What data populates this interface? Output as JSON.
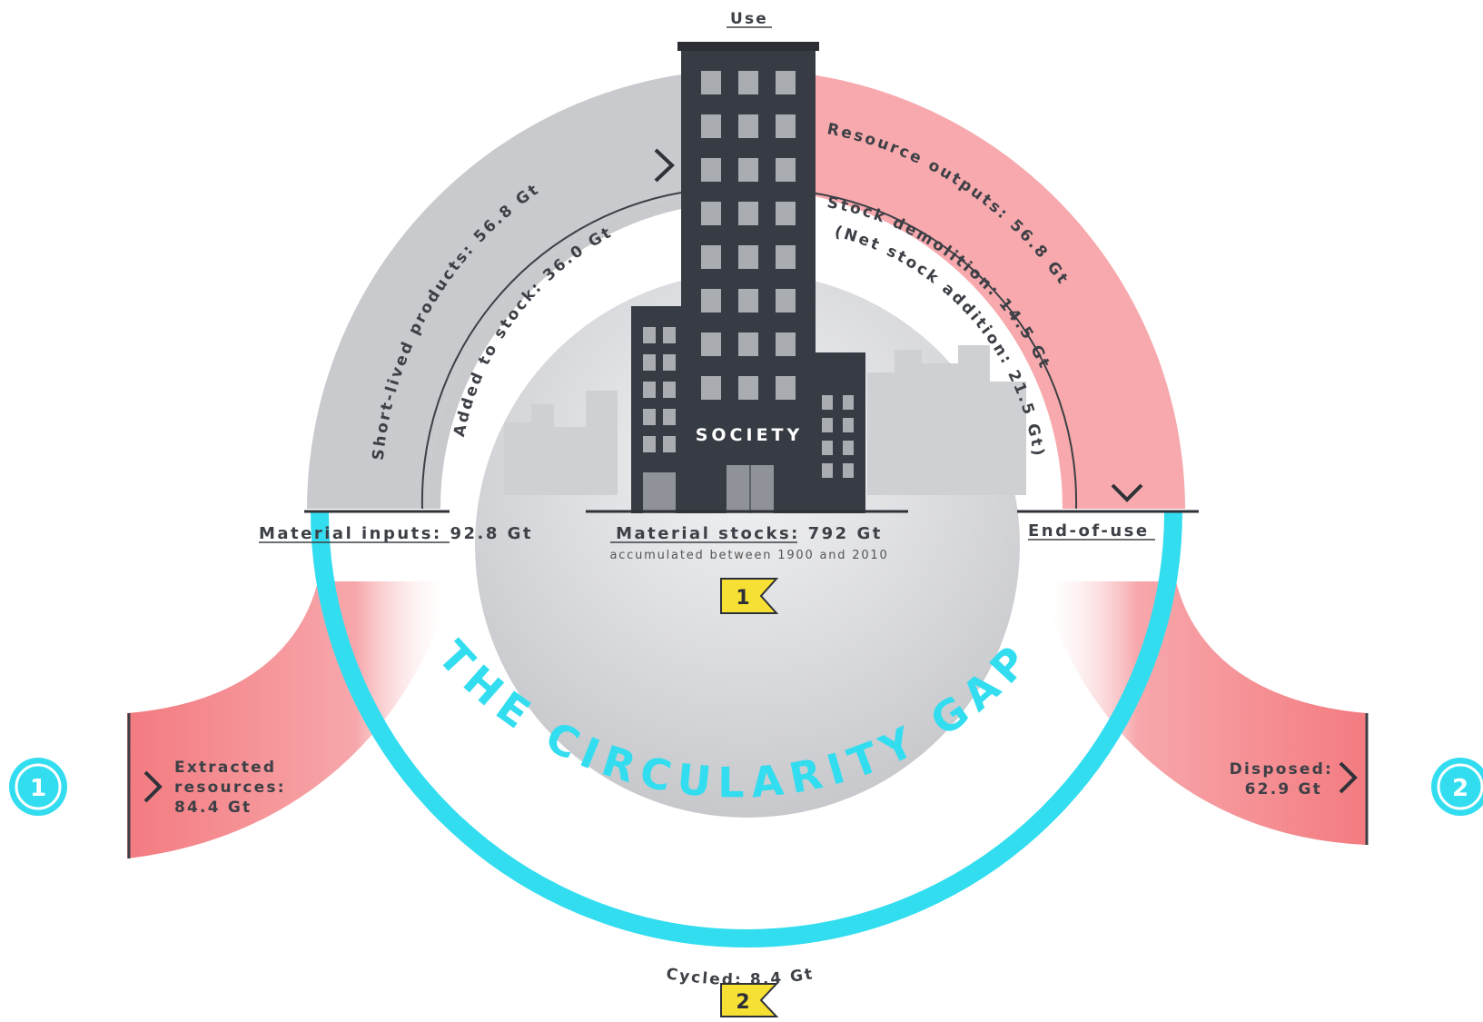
{
  "title": "THE CIRCULARITY GAP",
  "top_label": "Use",
  "center_label": "SOCIETY",
  "flows": {
    "short_lived": "Short-lived products: 56.8 Gt",
    "added_to_stock": "Added to stock: 36.0 Gt",
    "resource_outputs": "Resource outputs: 56.8 Gt",
    "stock_demolition": "Stock demolition: 14.5 Gt",
    "net_stock_addition": "(Net stock addition: 21.5 Gt)",
    "cycled": "Cycled: 8.4 Gt"
  },
  "stages": {
    "material_inputs": "Material inputs: 92.8 Gt",
    "material_stocks": "Material stocks: 792 Gt",
    "stocks_note": "accumulated between 1900 and 2010",
    "end_of_use": "End-of-use"
  },
  "side_flows": {
    "extracted_line1": "Extracted",
    "extracted_line2": "resources:",
    "extracted_line3": "84.4 Gt",
    "disposed_line1": "Disposed:",
    "disposed_line2": "62.9 Gt"
  },
  "markers": {
    "flag_1": "1",
    "flag_2": "2",
    "circle_1": "1",
    "circle_2": "2"
  },
  "colors": {
    "grey_arc": "#c9cacd",
    "red_arc": "#f7a9ad",
    "cycle_ring": "#33ddf0",
    "building": "#373c44",
    "flag": "#f7e034",
    "extracted": "#f37f84"
  }
}
